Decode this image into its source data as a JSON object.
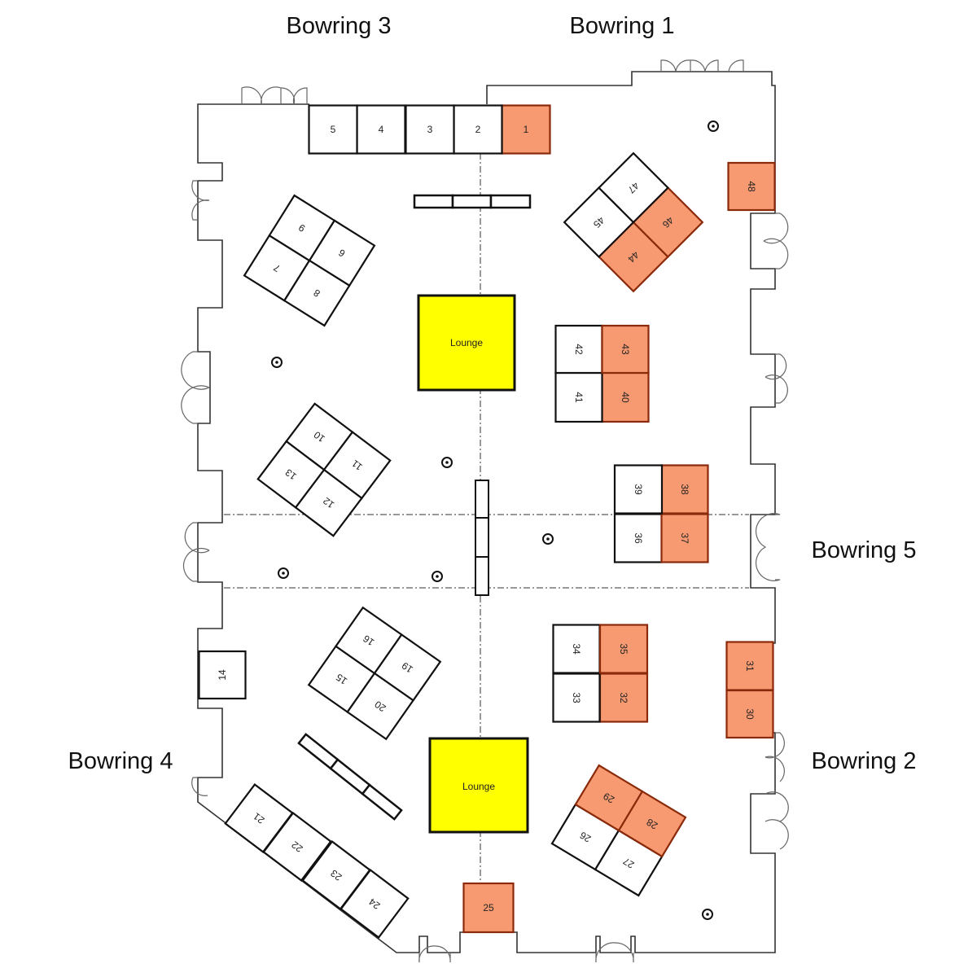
{
  "zones": {
    "bowring_3": "Bowring 3",
    "bowring_1": "Bowring 1",
    "bowring_5": "Bowring 5",
    "bowring_4": "Bowring 4",
    "bowring_2": "Bowring 2"
  },
  "lounges": [
    "Lounge",
    "Lounge"
  ],
  "colors": {
    "reserved": "#f79a72",
    "available": "#ffffff",
    "lounge": "#ffff00"
  },
  "booths": [
    {
      "number": "1",
      "status": "reserved"
    },
    {
      "number": "2",
      "status": "available"
    },
    {
      "number": "3",
      "status": "available"
    },
    {
      "number": "4",
      "status": "available"
    },
    {
      "number": "5",
      "status": "available"
    },
    {
      "number": "6",
      "status": "available"
    },
    {
      "number": "7",
      "status": "available"
    },
    {
      "number": "8",
      "status": "available"
    },
    {
      "number": "9",
      "status": "available"
    },
    {
      "number": "10",
      "status": "available"
    },
    {
      "number": "11",
      "status": "available"
    },
    {
      "number": "12",
      "status": "available"
    },
    {
      "number": "13",
      "status": "available"
    },
    {
      "number": "14",
      "status": "available"
    },
    {
      "number": "15",
      "status": "available"
    },
    {
      "number": "16",
      "status": "available"
    },
    {
      "number": "19",
      "status": "available"
    },
    {
      "number": "20",
      "status": "available"
    },
    {
      "number": "21",
      "status": "available"
    },
    {
      "number": "22",
      "status": "available"
    },
    {
      "number": "23",
      "status": "available"
    },
    {
      "number": "24",
      "status": "available"
    },
    {
      "number": "25",
      "status": "reserved"
    },
    {
      "number": "26",
      "status": "available"
    },
    {
      "number": "27",
      "status": "available"
    },
    {
      "number": "28",
      "status": "reserved"
    },
    {
      "number": "29",
      "status": "reserved"
    },
    {
      "number": "30",
      "status": "reserved"
    },
    {
      "number": "31",
      "status": "reserved"
    },
    {
      "number": "32",
      "status": "reserved"
    },
    {
      "number": "33",
      "status": "available"
    },
    {
      "number": "34",
      "status": "available"
    },
    {
      "number": "35",
      "status": "reserved"
    },
    {
      "number": "36",
      "status": "available"
    },
    {
      "number": "37",
      "status": "reserved"
    },
    {
      "number": "38",
      "status": "reserved"
    },
    {
      "number": "39",
      "status": "available"
    },
    {
      "number": "40",
      "status": "reserved"
    },
    {
      "number": "41",
      "status": "available"
    },
    {
      "number": "42",
      "status": "available"
    },
    {
      "number": "43",
      "status": "reserved"
    },
    {
      "number": "44",
      "status": "reserved"
    },
    {
      "number": "45",
      "status": "available"
    },
    {
      "number": "46",
      "status": "reserved"
    },
    {
      "number": "47",
      "status": "available"
    },
    {
      "number": "48",
      "status": "reserved"
    }
  ]
}
